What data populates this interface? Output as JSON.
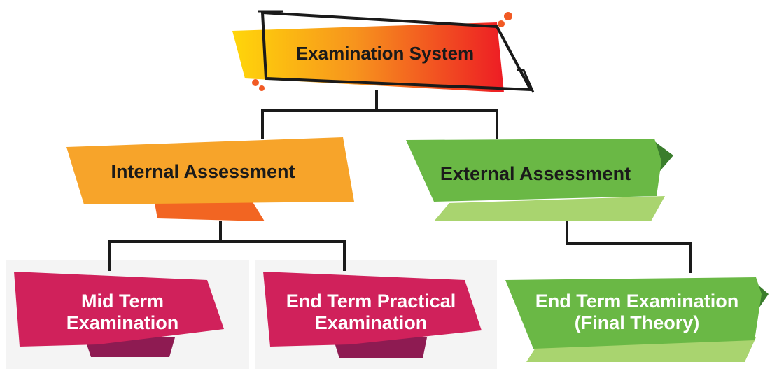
{
  "diagram": {
    "root": {
      "label": "Examination System"
    },
    "branches": [
      {
        "id": "internal",
        "label": "Internal Assessment",
        "children": [
          {
            "id": "mid-term",
            "lines": [
              "Mid Term",
              "Examination"
            ]
          },
          {
            "id": "end-term-practical",
            "lines": [
              "End Term Practical",
              "Examination"
            ]
          }
        ]
      },
      {
        "id": "external",
        "label": "External Assessment",
        "children": [
          {
            "id": "end-term-exam",
            "lines": [
              "End Term Examination",
              "(Final Theory)"
            ]
          }
        ]
      }
    ]
  },
  "colors": {
    "root_gradient": [
      "#ffd60a",
      "#f7941d",
      "#ed1c24"
    ],
    "internal_orange": "#f7a42a",
    "internal_fold": "#f26522",
    "external_green": "#6ab845",
    "external_fold_light": "#a9d46f",
    "external_fold_dark": "#3a7d2c",
    "child_magenta": "#d0215b",
    "child_fold": "#8e1b52",
    "connector": "#1a1a1a",
    "accent_dot": "#f15a24"
  }
}
